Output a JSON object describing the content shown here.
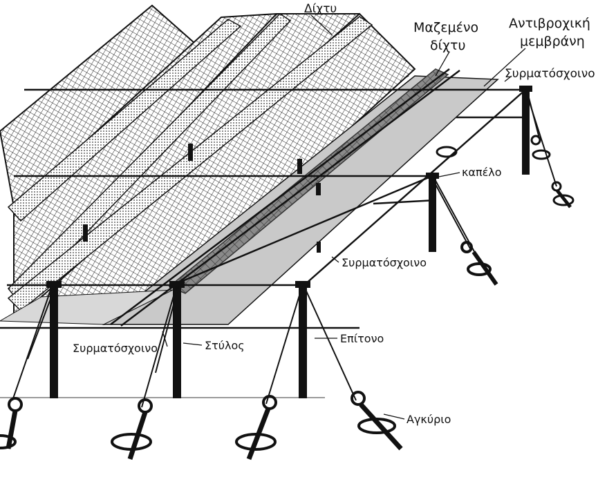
{
  "labels": {
    "net": "Δίχτυ",
    "rolled_net_1": "Μαζεμένο",
    "rolled_net_2": "δίχτυ",
    "membrane_1": "Αντιβροχική",
    "membrane_2": "μεμβράνη",
    "wire_rope_top": "Συρματόσχοινο",
    "hat": "καπέλο",
    "wire_rope_mid": "Συρματόσχοινο",
    "wire_rope_bottom": "Συρματόσχοινο",
    "post": "Στύλος",
    "guy_wire": "Επίτονο",
    "anchor": "Αγκύριο"
  },
  "colors": {
    "ink": "#111111",
    "membrane": "#c9c9c9",
    "rolled_net": "#8a8a8a",
    "ground": "#9a9a9a"
  }
}
